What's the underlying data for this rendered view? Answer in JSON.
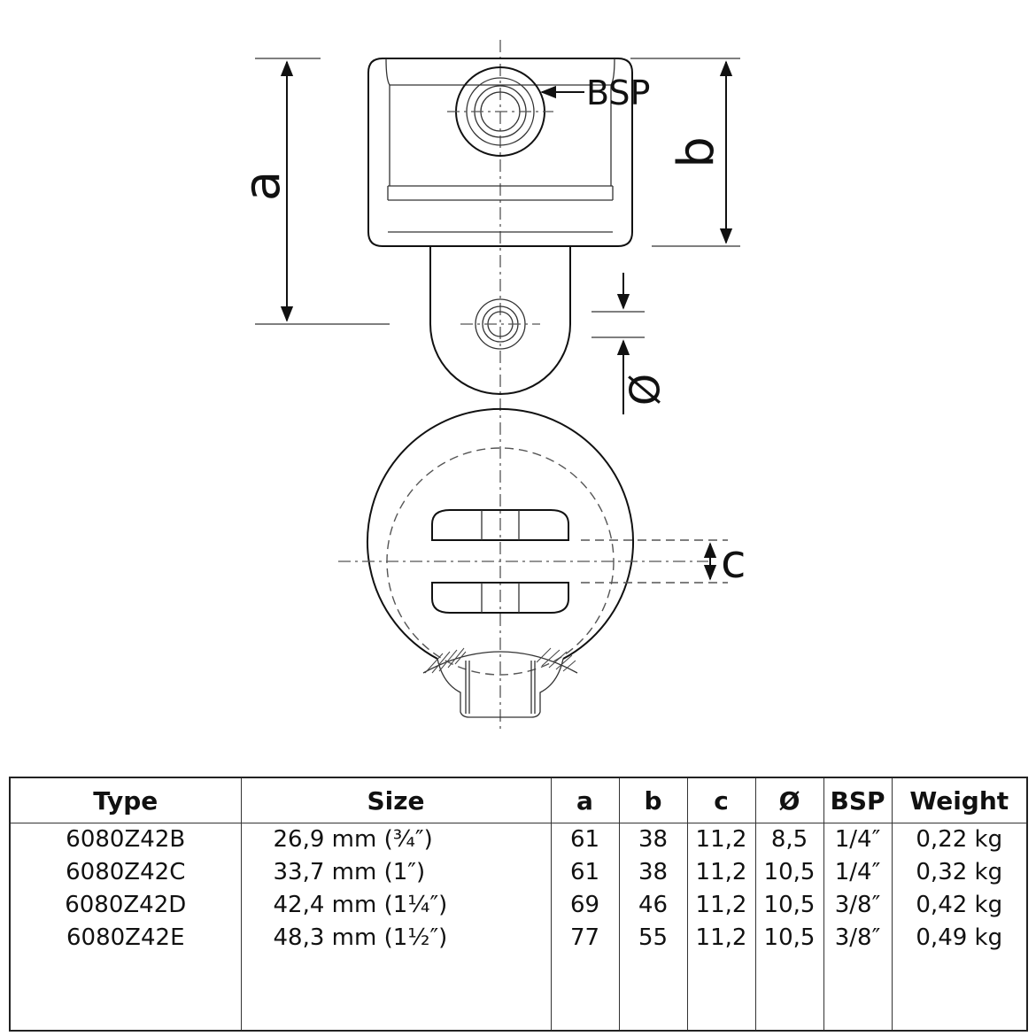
{
  "diagram": {
    "labels": {
      "a": "a",
      "b": "b",
      "bsp": "BSP",
      "diameter": "Ø",
      "c": "c"
    }
  },
  "table": {
    "headers": [
      "Type",
      "Size",
      "a",
      "b",
      "c",
      "Ø",
      "BSP",
      "Weight"
    ],
    "rows": [
      {
        "type": "6080Z42B",
        "size": "26,9 mm (¾″)",
        "a": "61",
        "b": "38",
        "c": "11,2",
        "dia": "8,5",
        "bsp": "1/4″",
        "weight": "0,22 kg"
      },
      {
        "type": "6080Z42C",
        "size": "33,7 mm (1″)",
        "a": "61",
        "b": "38",
        "c": "11,2",
        "dia": "10,5",
        "bsp": "1/4″",
        "weight": "0,32 kg"
      },
      {
        "type": "6080Z42D",
        "size": "42,4 mm (1¼″)",
        "a": "69",
        "b": "46",
        "c": "11,2",
        "dia": "10,5",
        "bsp": "3/8″",
        "weight": "0,42 kg"
      },
      {
        "type": "6080Z42E",
        "size": "48,3 mm (1½″)",
        "a": "77",
        "b": "55",
        "c": "11,2",
        "dia": "10,5",
        "bsp": "3/8″",
        "weight": "0,49 kg"
      }
    ]
  }
}
